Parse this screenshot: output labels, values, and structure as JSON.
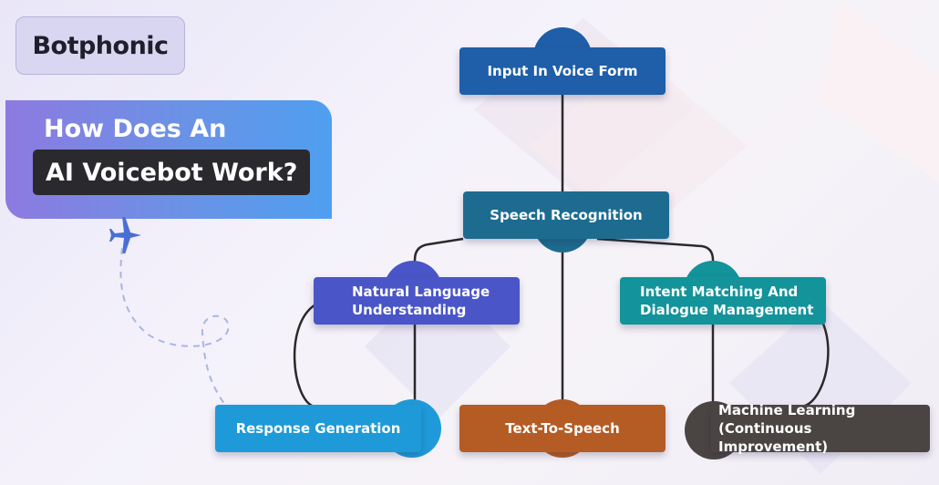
{
  "brand": {
    "logo_text": "Botphonic"
  },
  "heading": {
    "line1": "How Does An",
    "line2": "AI Voicebot Work?"
  },
  "nodes": {
    "input_voice": "Input In Voice Form",
    "speech_recognition": "Speech Recognition",
    "nlu": "Natural Language Understanding",
    "intent": "Intent Matching And Dialogue Management",
    "response": "Response Generation",
    "tts": "Text-To-Speech",
    "ml": "Machine Learning (Continuous Improvement)"
  },
  "colors": {
    "input_voice": "#1f5ea8",
    "speech_recognition": "#1d6c90",
    "nlu": "#4a55c8",
    "intent": "#13939a",
    "response": "#1f9ad8",
    "tts": "#b55c25",
    "ml": "#4a4443",
    "line": "#2a2a2a"
  },
  "icons": [
    "airplane-icon",
    "dashed-flight-path-icon"
  ]
}
